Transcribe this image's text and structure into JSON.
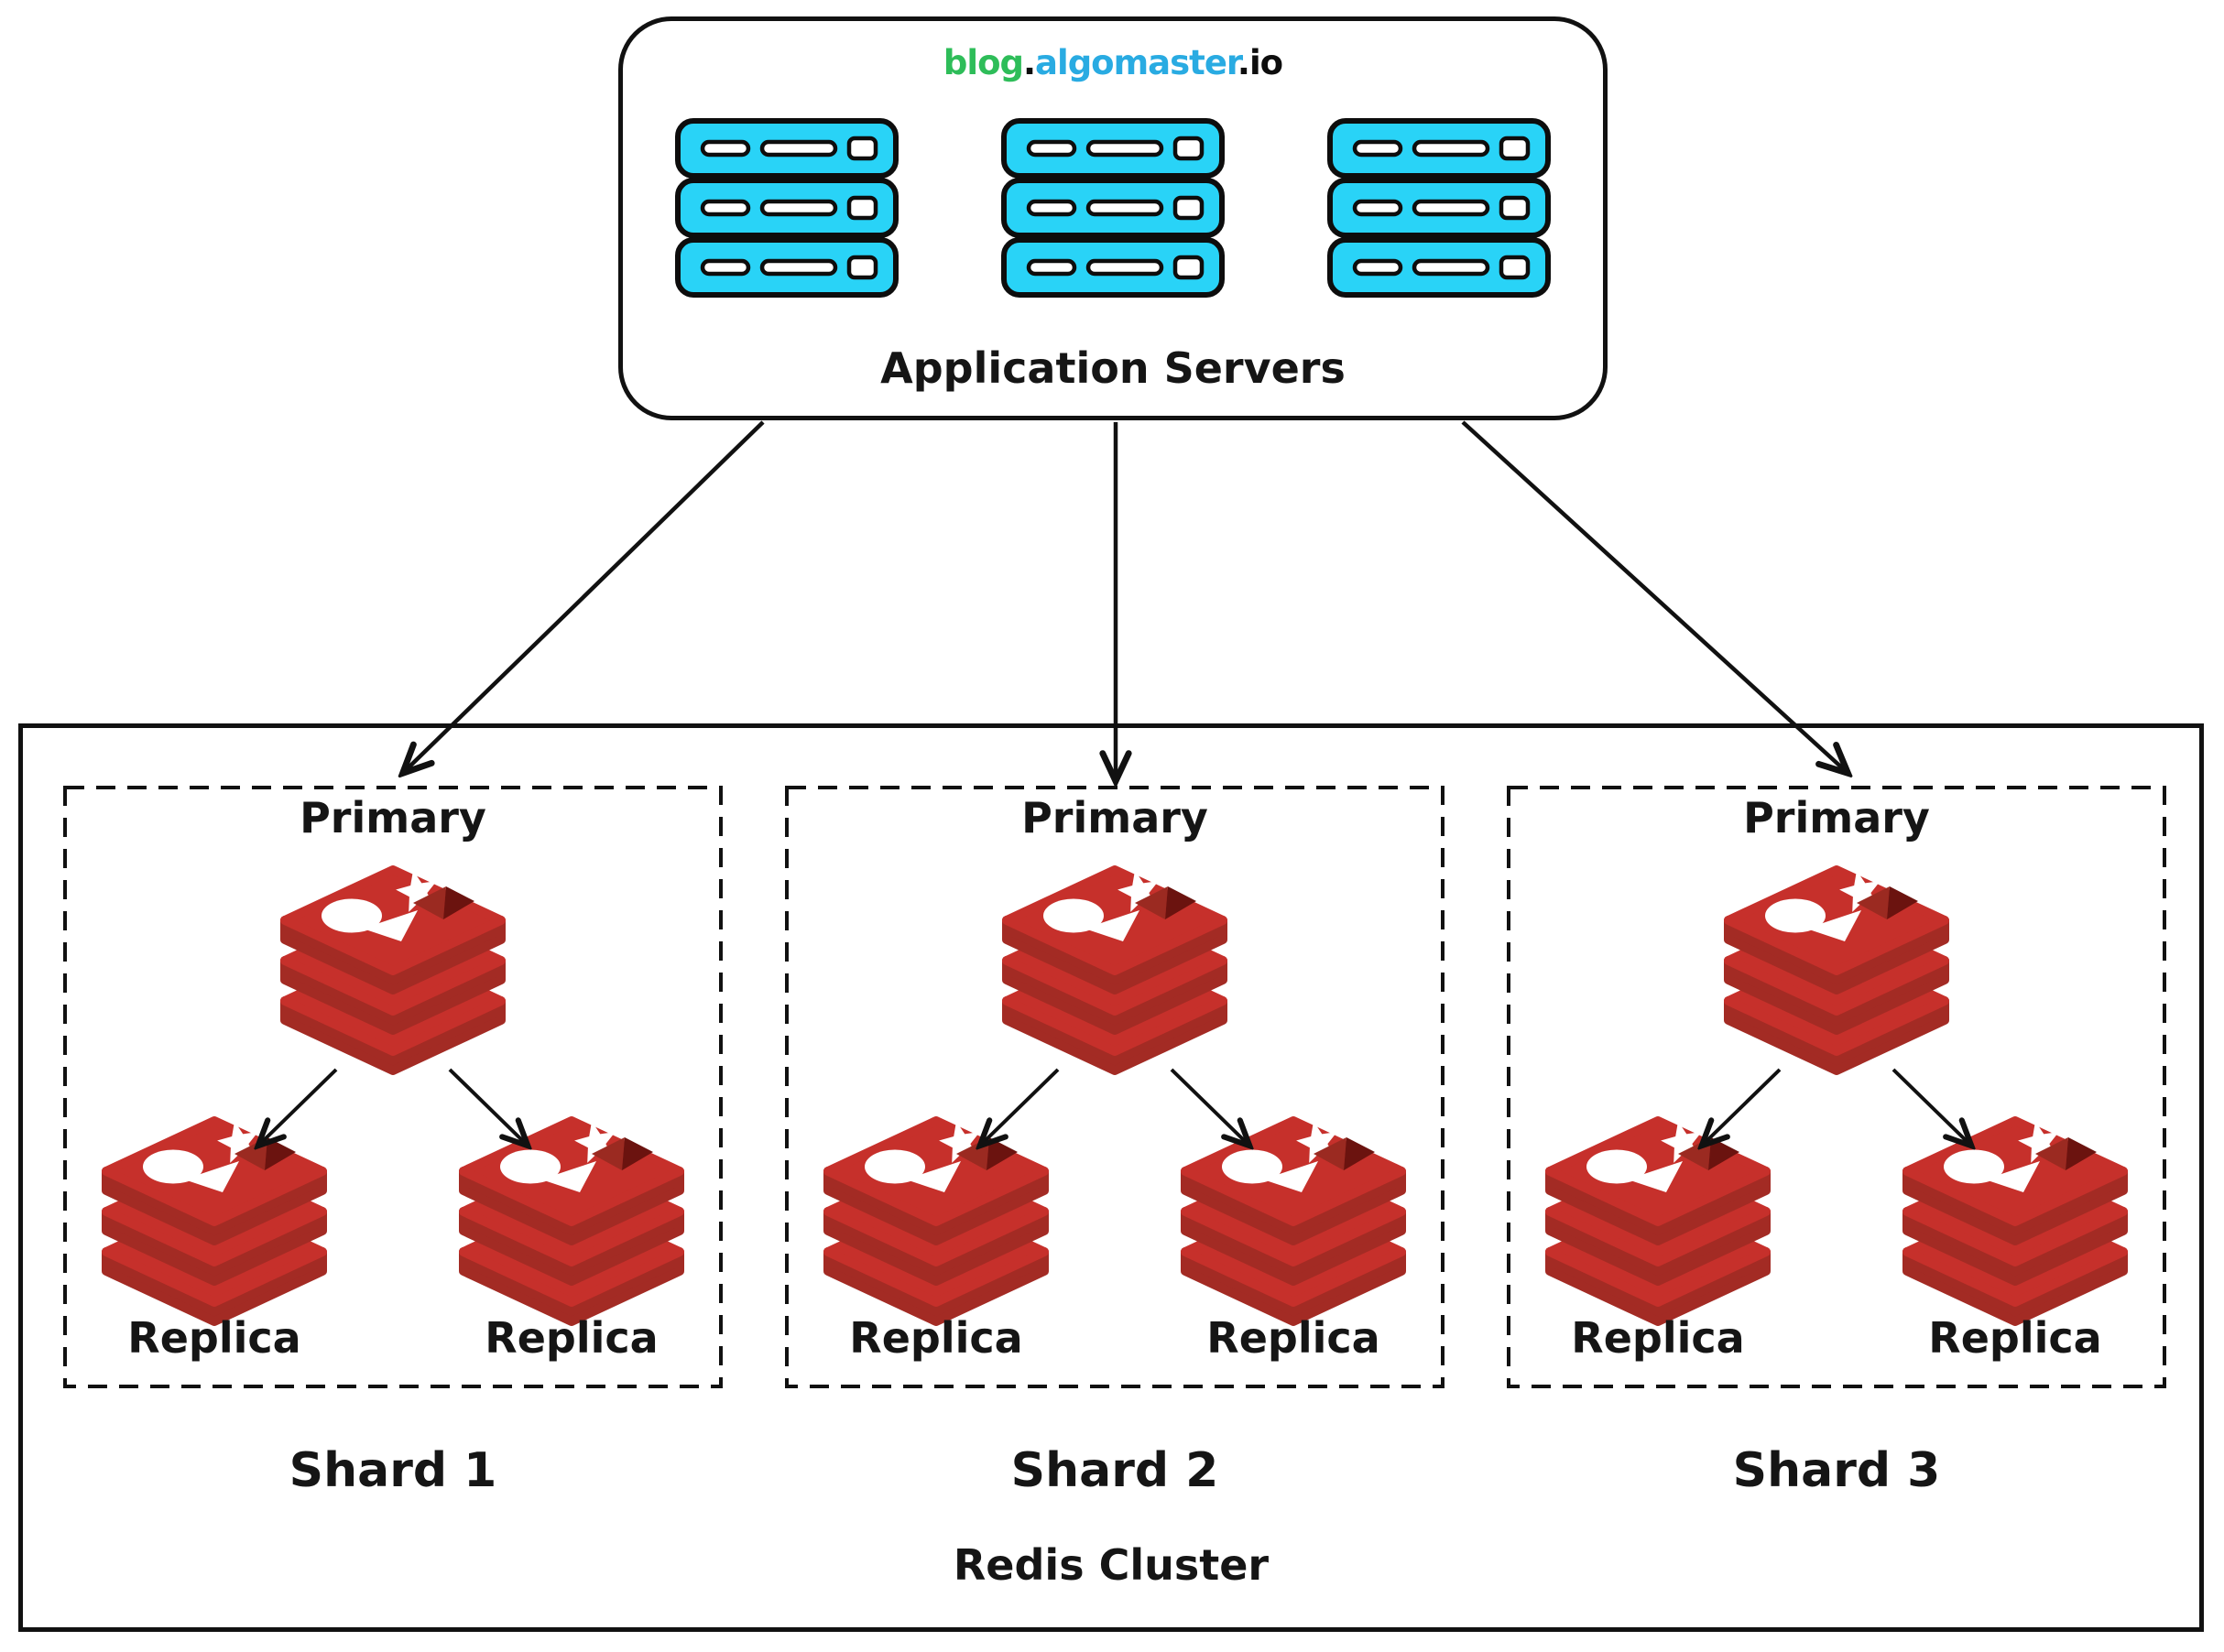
{
  "brand": {
    "blog": "blog",
    "dot1": ".",
    "algomaster": "algomaster",
    "dot2": ".",
    "io": "io"
  },
  "app_servers": {
    "label": "Application Servers"
  },
  "cluster": {
    "label": "Redis Cluster"
  },
  "shards": [
    {
      "name": "Shard 1",
      "primary_label": "Primary",
      "replica_labels": [
        "Replica",
        "Replica"
      ]
    },
    {
      "name": "Shard 2",
      "primary_label": "Primary",
      "replica_labels": [
        "Replica",
        "Replica"
      ]
    },
    {
      "name": "Shard 3",
      "primary_label": "Primary",
      "replica_labels": [
        "Replica",
        "Replica"
      ]
    }
  ],
  "icons": {
    "app_server": "server-stack-icon",
    "redis_node": "redis-database-icon"
  },
  "colors": {
    "brand_green": "#2EBD59",
    "brand_blue": "#29ABE2",
    "server_cyan": "#29D3F7",
    "redis_red": "#C6302B",
    "redis_side_red": "#A32B24",
    "redis_hole_mid": "#9B2A21",
    "redis_hole_dark": "#6B130F",
    "outline": "#111111"
  }
}
